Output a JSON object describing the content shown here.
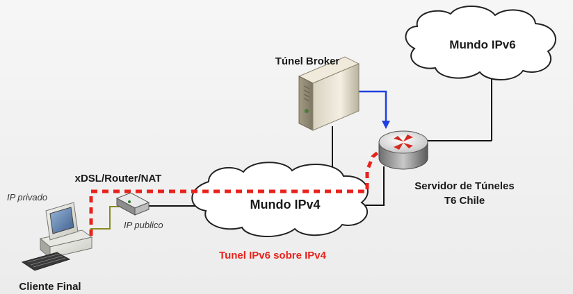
{
  "labels": {
    "ipv6_world": "Mundo IPv6",
    "ipv4_world": "Mundo IPv4",
    "tunnel_broker": "Túnel Broker",
    "router_nat": "xDSL/Router/NAT",
    "private_ip": "IP privado",
    "public_ip": "IP publico",
    "tunnel_server_line1": "Servidor de Túneles",
    "tunnel_server_line2": "T6 Chile",
    "tunnel_caption": "Tunel IPv6 sobre IPv4",
    "end_client": "Cliente Final"
  },
  "colors": {
    "tunnel": "#e8231c",
    "broker_link": "#1f3fe0",
    "cable": "#111111",
    "lan_cable": "#8a8a20",
    "cloud_fill": "#ffffff",
    "cloud_stroke": "#222222"
  },
  "icons": {
    "server": "tower-server-icon",
    "router": "router-icon",
    "modem": "xdsl-modem-icon",
    "computer": "desktop-computer-icon"
  }
}
